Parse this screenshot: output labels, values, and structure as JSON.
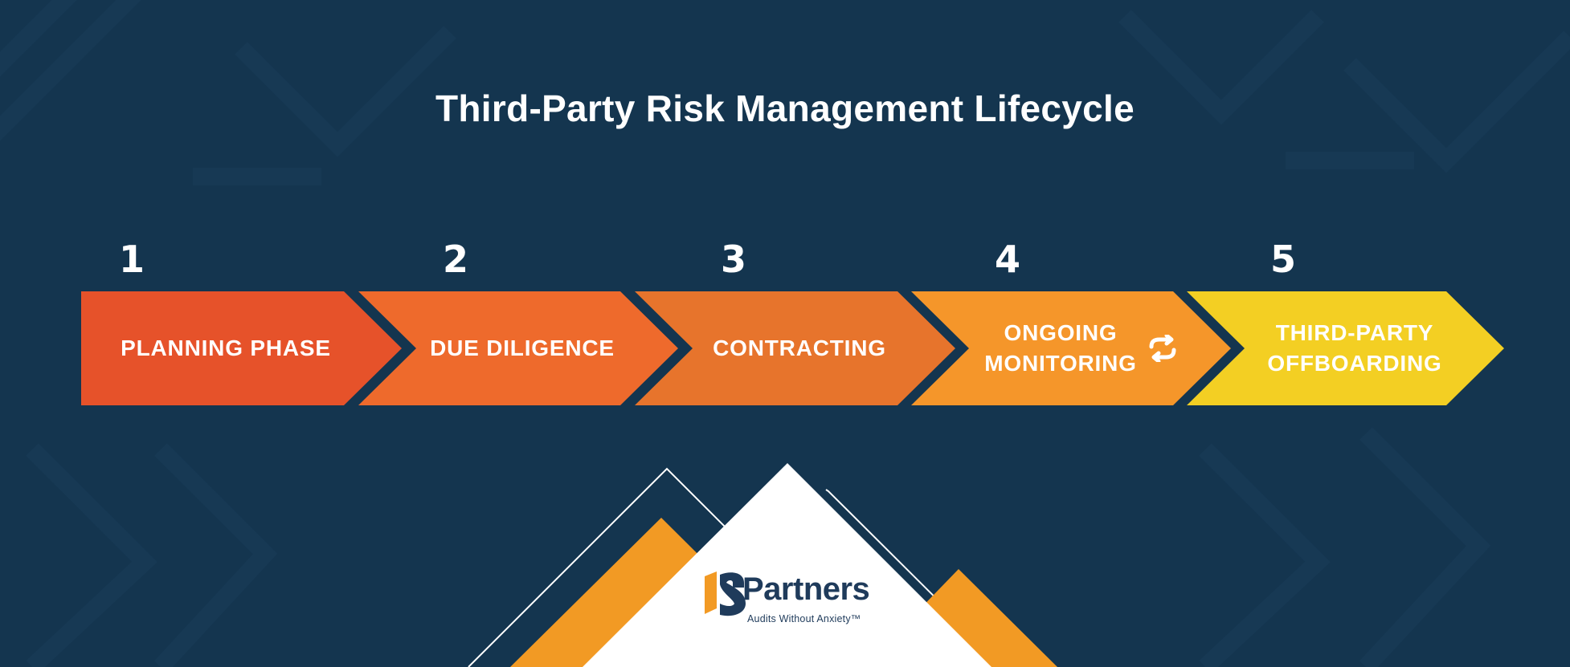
{
  "title": "Third-Party Risk Management Lifecycle",
  "colors": {
    "background": "#14354f",
    "step_1": "#e6522a",
    "step_2": "#ee6a2c",
    "step_3": "#e7742c",
    "step_4": "#f5962a",
    "step_5": "#f3cf23",
    "logo_orange": "#f29a24",
    "logo_navy": "#1f3b5b"
  },
  "steps": [
    {
      "number": "1",
      "label": "PLANNING PHASE"
    },
    {
      "number": "2",
      "label": "DUE DILIGENCE"
    },
    {
      "number": "3",
      "label": "CONTRACTING"
    },
    {
      "number": "4",
      "label": "ONGOING\nMONITORING",
      "icon": "refresh-icon"
    },
    {
      "number": "5",
      "label": "THIRD-PARTY\nOFFBOARDING"
    }
  ],
  "logo": {
    "name": "Partners",
    "tagline": "Audits Without Anxiety™"
  }
}
